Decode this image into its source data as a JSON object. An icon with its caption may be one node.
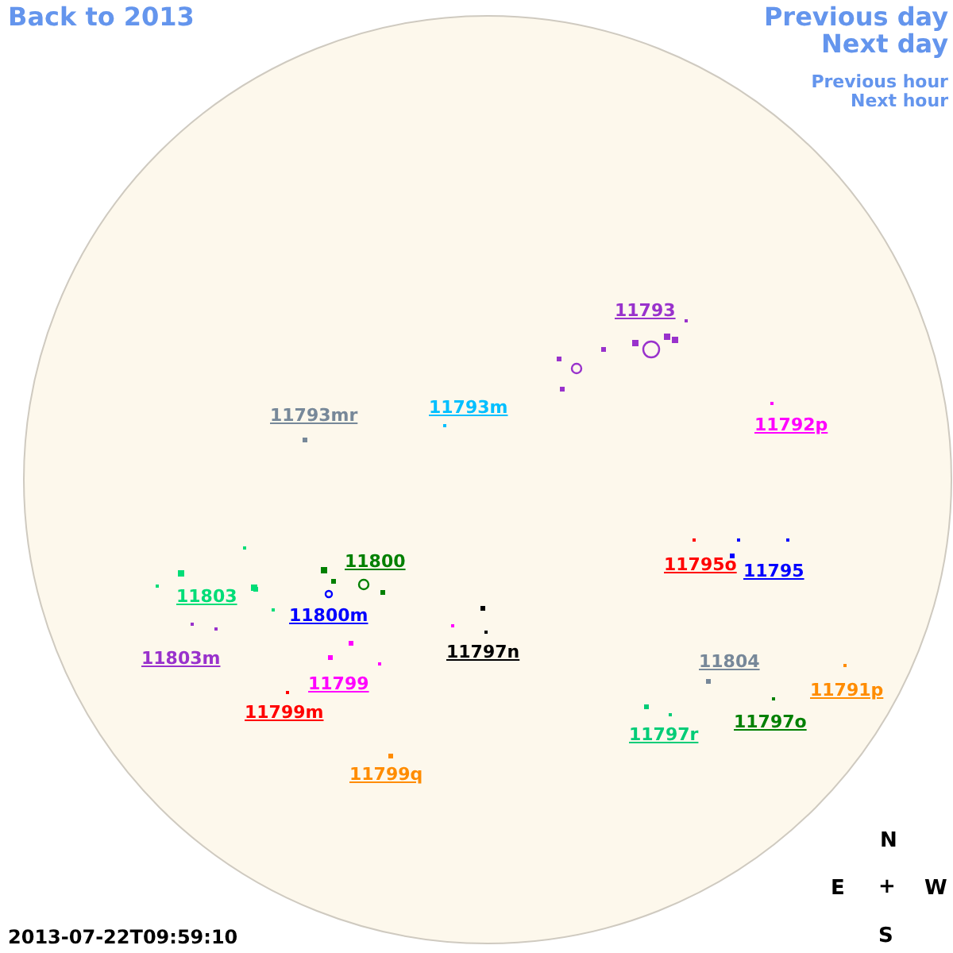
{
  "diagram": {
    "labels": [
      "Back to 2013",
      "Previous day",
      "Next day",
      "Previous hour",
      "Next hour",
      "11793",
      "11793mr",
      "11793m",
      "11792p",
      "11800",
      "11803",
      "11795o",
      "11795",
      "11800m",
      "11797n",
      "11803m",
      "11804",
      "11799",
      "11791p",
      "11799m",
      "11797o",
      "11797r",
      "11799q",
      "N",
      "E",
      "+",
      "W",
      "2013-07-22T09:59:10",
      "S"
    ]
  }
}
